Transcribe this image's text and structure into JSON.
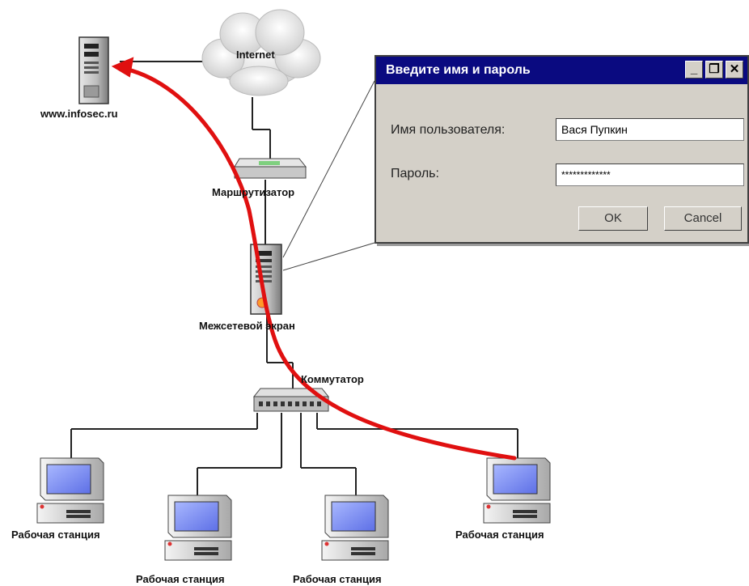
{
  "labels": {
    "server": "www.infosec.ru",
    "internet": "Internet",
    "router": "Маршрутизатор",
    "firewall": "Межсетевой экран",
    "switch": "Коммутатор",
    "workstation_1": "Рабочая станция",
    "workstation_2": "Рабочая станция",
    "workstation_3": "Рабочая станция",
    "workstation_4": "Рабочая станция"
  },
  "dialog": {
    "title": "Введите имя и пароль",
    "username_label": "Имя пользователя:",
    "username_value": "Вася Пупкин",
    "password_label": "Пароль:",
    "password_value": "*************",
    "ok_label": "OK",
    "cancel_label": "Cancel",
    "minimize_icon": "minimize-icon",
    "restore_icon": "restore-icon",
    "close_icon": "close-icon"
  },
  "colors": {
    "path": "#e01010",
    "titlebar": "#0a0a80",
    "dialog_bg": "#d4d0c8",
    "screen": "#6f86ee"
  }
}
